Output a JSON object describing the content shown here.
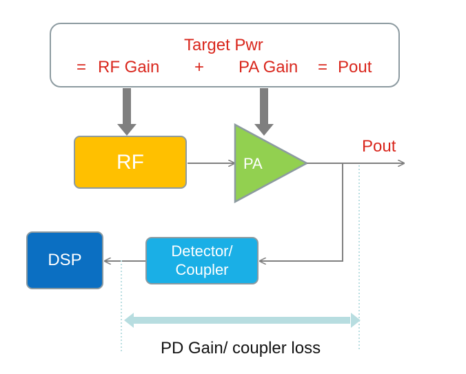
{
  "equation": {
    "line1": "Target Pwr",
    "equals1": "=",
    "rf_gain": "RF Gain",
    "plus": "+",
    "pa_gain": "PA Gain",
    "equals2": "=",
    "pout": "Pout"
  },
  "blocks": {
    "rf": "RF",
    "pa": "PA",
    "detector_line1": "Detector/",
    "detector_line2": "Coupler",
    "dsp": "DSP"
  },
  "output_label": "Pout",
  "span_label": "PD Gain/ coupler loss",
  "colors": {
    "red_text": "#d9261c",
    "rf_fill": "#ffc000",
    "pa_fill": "#92d050",
    "detector_fill": "#1aafe6",
    "dsp_fill": "#0b6fc2",
    "border_gray": "#8c9aa0",
    "span_arrow": "#b7dde0"
  }
}
